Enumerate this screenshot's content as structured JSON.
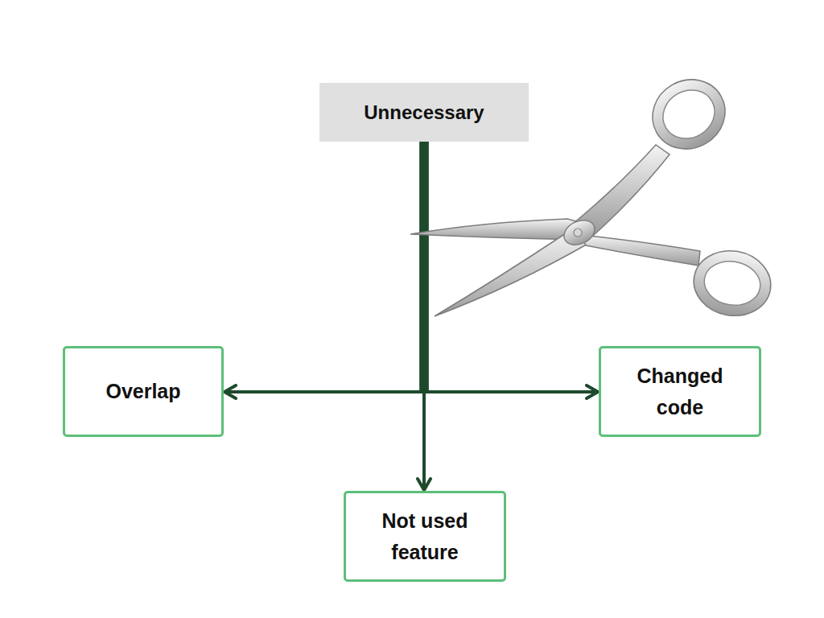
{
  "diagram": {
    "nodes": [
      {
        "text": [
          "Unnecessary"
        ]
      },
      {
        "text": [
          "Overlap"
        ]
      },
      {
        "text": [
          "Not used feature"
        ]
      },
      {
        "text": [
          "Changed code"
        ]
      }
    ],
    "edges": [
      {
        "from": 0,
        "to": 1,
        "arrow": "to"
      },
      {
        "from": 0,
        "to": 2,
        "arrow": "to"
      },
      {
        "from": 0,
        "to": 3,
        "arrow": "to"
      }
    ]
  }
}
